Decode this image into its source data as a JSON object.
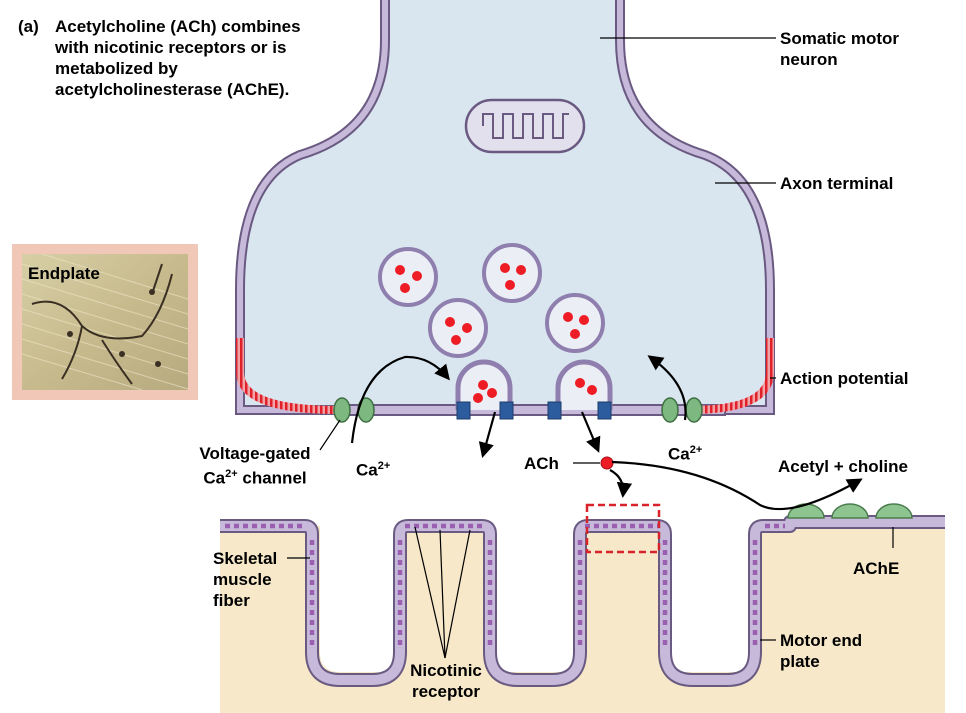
{
  "caption": {
    "letter": "(a)",
    "text": "Acetylcholine (ACh) combines with nicotinic receptors or is metabolized by acetylcholinesterase (AChE)."
  },
  "inset": {
    "label": "Endplate"
  },
  "labels": {
    "somatic_motor_neuron": "Somatic motor\nneuron",
    "axon_terminal": "Axon terminal",
    "action_potential": "Action potential",
    "voltage_gated_channel_prefix": "Voltage-gated\nCa",
    "voltage_gated_channel_sup": "2+",
    "voltage_gated_channel_suffix": " channel",
    "calcium_left_base": "Ca",
    "calcium_left_sup": "2+",
    "calcium_right_base": "Ca",
    "calcium_right_sup": "2+",
    "ach": "ACh",
    "acetyl_choline": "Acetyl + choline",
    "ache": "AChE",
    "skeletal_muscle_fiber": "Skeletal\nmuscle\nfiber",
    "nicotinic_receptor": "Nicotinic\nreceptor",
    "motor_end_plate": "Motor end\nplate"
  },
  "colors": {
    "neuron_fill": "#d9e6ef",
    "membrane": "#c6b9d9",
    "membrane_stroke": "#6a5a82",
    "action_potential": "#e0202a",
    "vesicle_ach": "#ee1c25",
    "ca_channel": "#7cb87f",
    "ach_receptor_block": "#2d5c9e",
    "muscle_fill": "#f6e8c8",
    "receptor_band": "#9b5fb0",
    "ache_enzyme": "#8ec48f",
    "highlight_box": "#d8232a",
    "inset_frame": "#f1c7b8"
  }
}
